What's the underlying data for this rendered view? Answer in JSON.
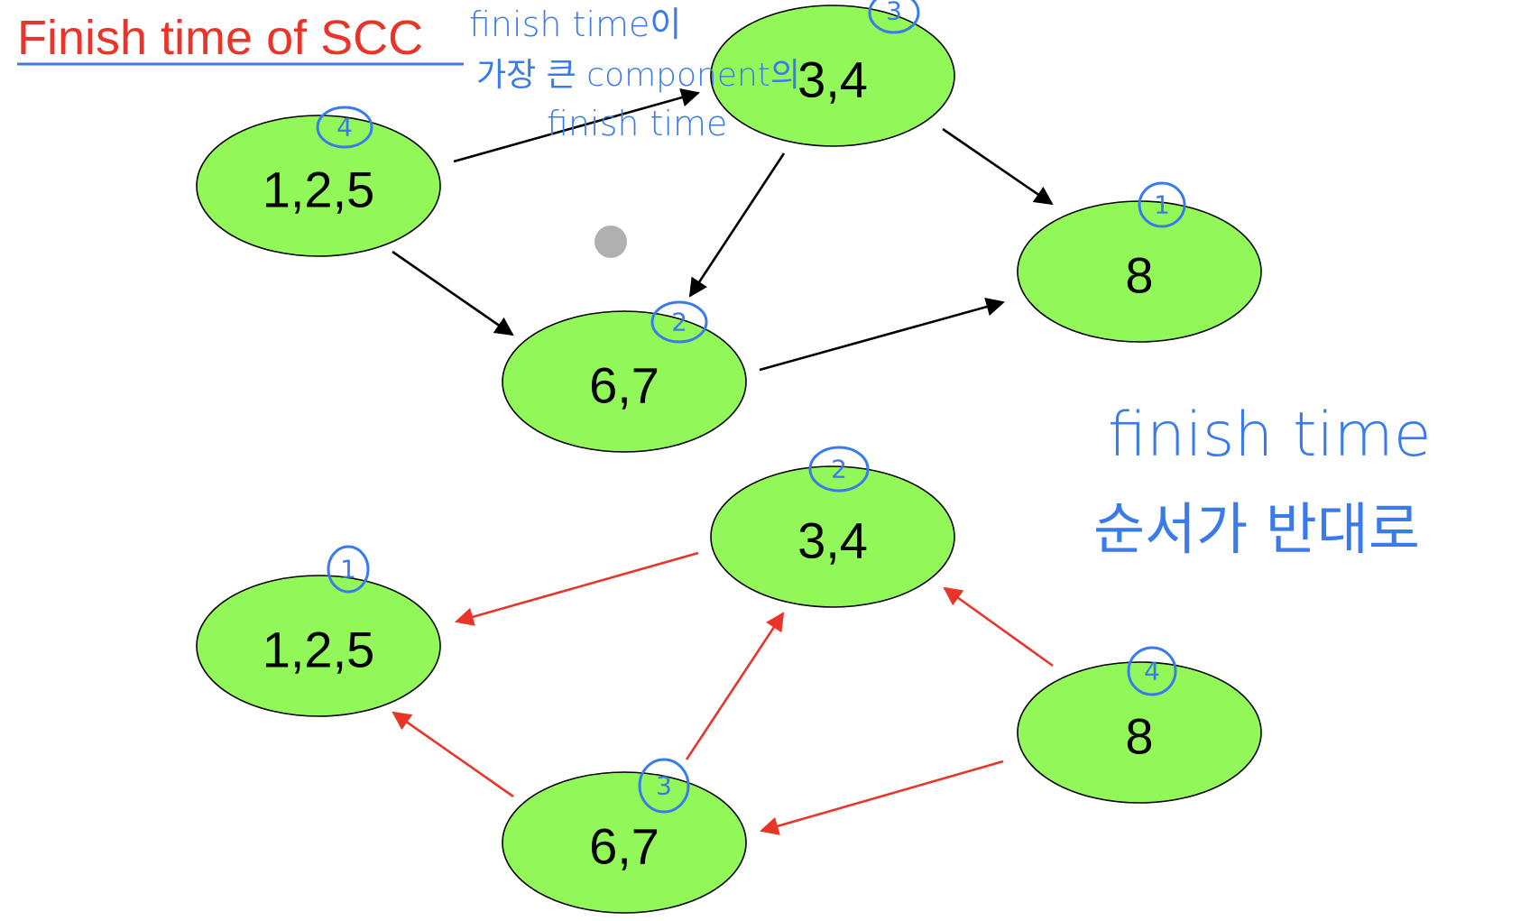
{
  "title": "Finish time of SCC",
  "annotations": {
    "top_note": [
      "finish time이",
      "가장 큰 component의",
      "finish time"
    ],
    "right_note": [
      "finish time",
      "순서가 반대로"
    ]
  },
  "colors": {
    "node_fill": "#92f85a",
    "title": "#e8352a",
    "handwriting": "#3a7bec",
    "reversed_edge": "#e8352a"
  },
  "graphs": [
    {
      "name": "original",
      "nodes": [
        {
          "id": "a",
          "label": "1,2,5",
          "finish_order": "4"
        },
        {
          "id": "b",
          "label": "3,4",
          "finish_order": "3"
        },
        {
          "id": "c",
          "label": "8",
          "finish_order": "1"
        },
        {
          "id": "d",
          "label": "6,7",
          "finish_order": "2"
        }
      ],
      "edges": [
        [
          "1,2,5",
          "3,4"
        ],
        [
          "3,4",
          "6,7"
        ],
        [
          "3,4",
          "8"
        ],
        [
          "1,2,5",
          "6,7"
        ],
        [
          "6,7",
          "8"
        ]
      ]
    },
    {
      "name": "transposed",
      "nodes": [
        {
          "id": "b",
          "label": "3,4",
          "finish_order": "2"
        },
        {
          "id": "a",
          "label": "1,2,5",
          "finish_order": "1"
        },
        {
          "id": "c",
          "label": "8",
          "finish_order": "4"
        },
        {
          "id": "d",
          "label": "6,7",
          "finish_order": "3"
        }
      ],
      "edges": [
        [
          "3,4",
          "1,2,5"
        ],
        [
          "6,7",
          "3,4"
        ],
        [
          "8",
          "3,4"
        ],
        [
          "6,7",
          "1,2,5"
        ],
        [
          "8",
          "6,7"
        ]
      ]
    }
  ]
}
